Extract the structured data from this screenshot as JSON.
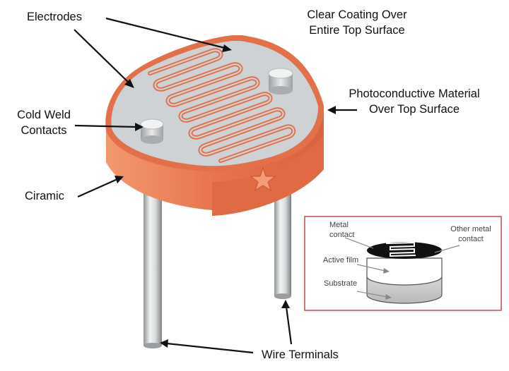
{
  "labels": {
    "electrodes": "Electrodes",
    "clear_coating": [
      "Clear Coating Over",
      "Entire Top Surface"
    ],
    "photoconductive": [
      "Photoconductive Material",
      "Over Top Surface"
    ],
    "cold_weld": [
      "Cold Weld",
      "Contacts"
    ],
    "ciramic": "Ciramic",
    "wire_terminals": "Wire Terminals"
  },
  "inset": {
    "metal_contact": [
      "Metal",
      "contact"
    ],
    "other_metal_contact": [
      "Other metal",
      "contact"
    ],
    "active_film": "Active film",
    "substrate": "Substrate"
  },
  "colors": {
    "ceramic": "#e8744f",
    "ceramic_dark": "#d05a36",
    "top_surface": "#cfd2d4",
    "electrode": "#e2704a",
    "frame": "#c74b4b"
  }
}
